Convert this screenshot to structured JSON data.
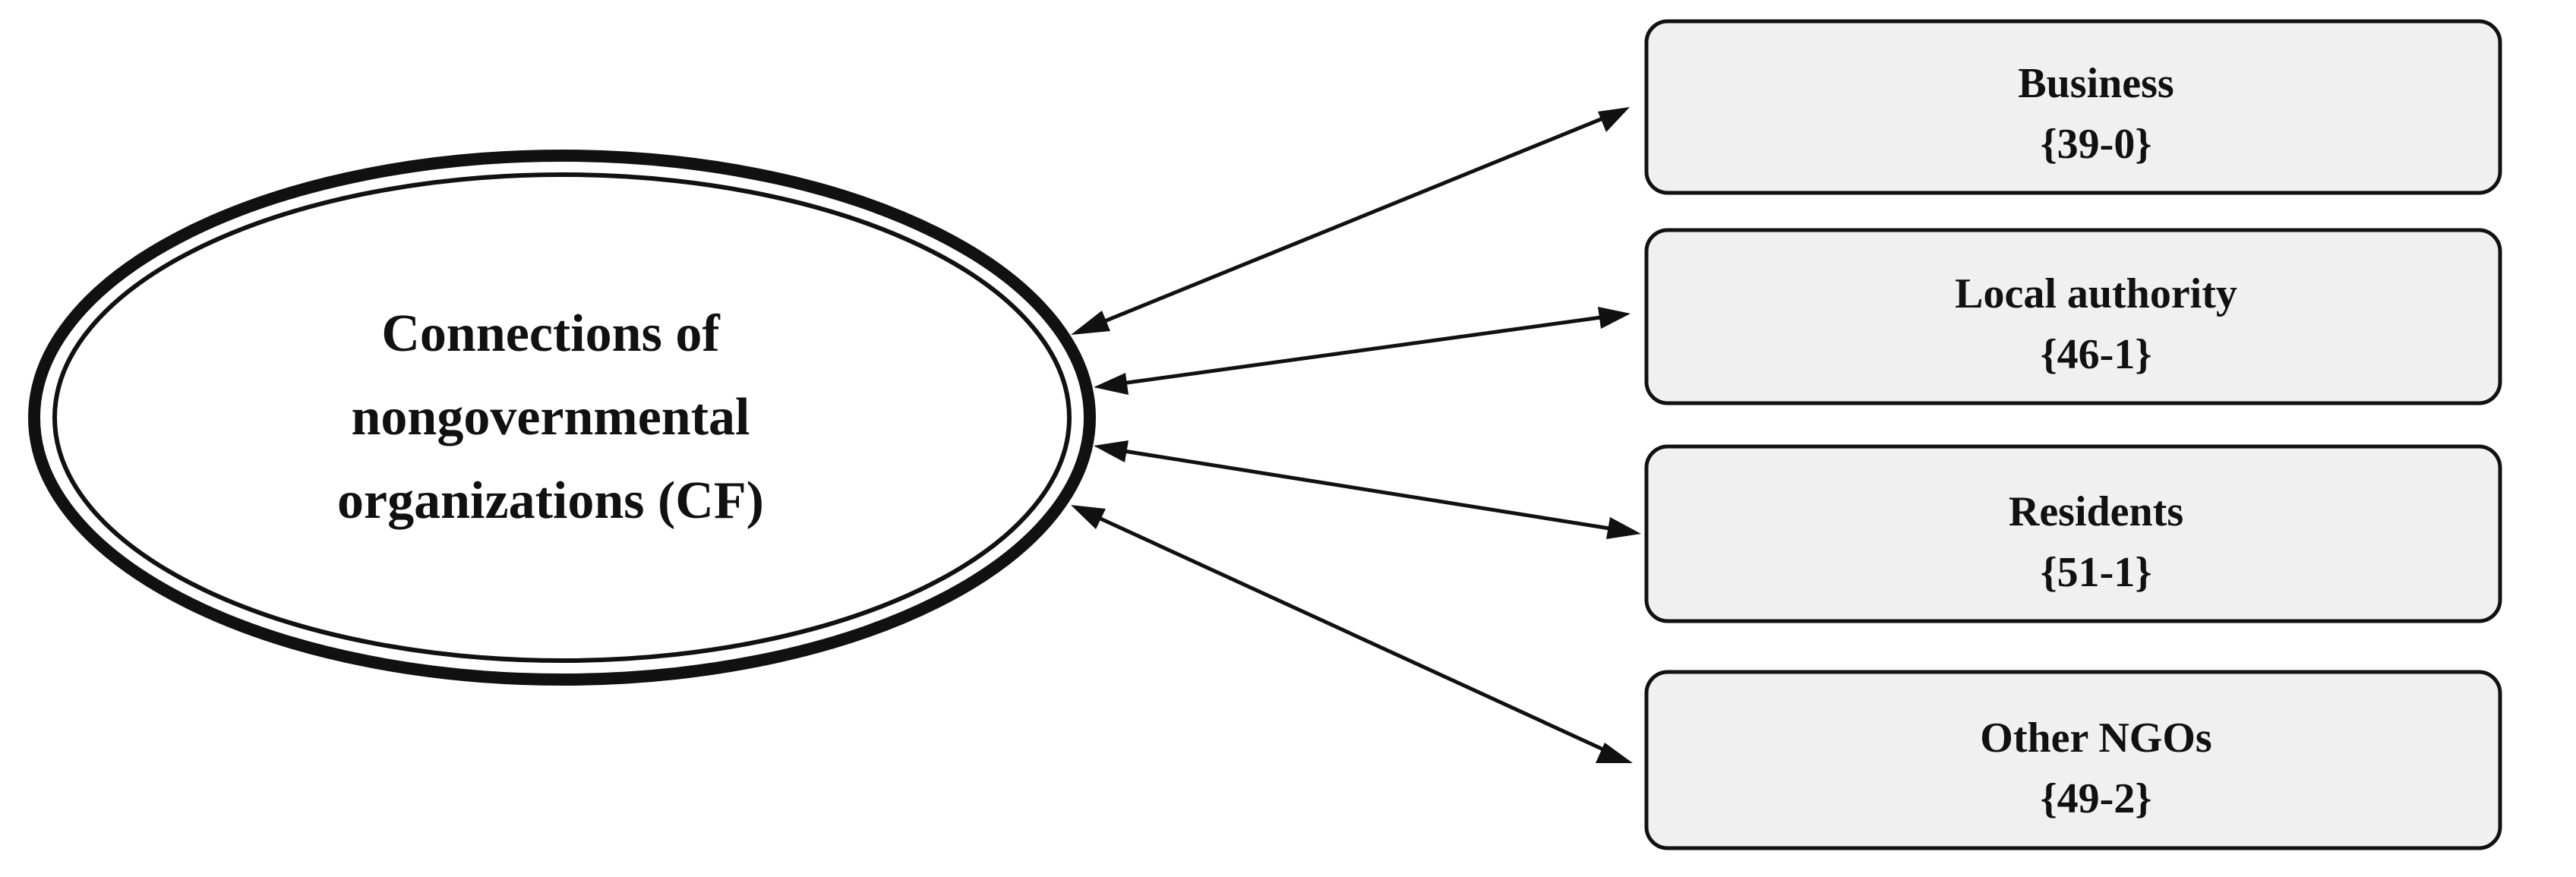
{
  "center_node": {
    "lines": [
      "Connections of",
      "nongovernmental",
      "organizations (CF)"
    ]
  },
  "boxes": [
    {
      "label": "Business",
      "code": "{39-0}"
    },
    {
      "label": "Local authority",
      "code": "{46-1}"
    },
    {
      "label": "Residents",
      "code": "{51-1}"
    },
    {
      "label": "Other NGOs",
      "code": "{49-2}"
    }
  ],
  "colors": {
    "stroke": "#111111",
    "box_fill": "#f0f0f0",
    "background": "#ffffff"
  }
}
